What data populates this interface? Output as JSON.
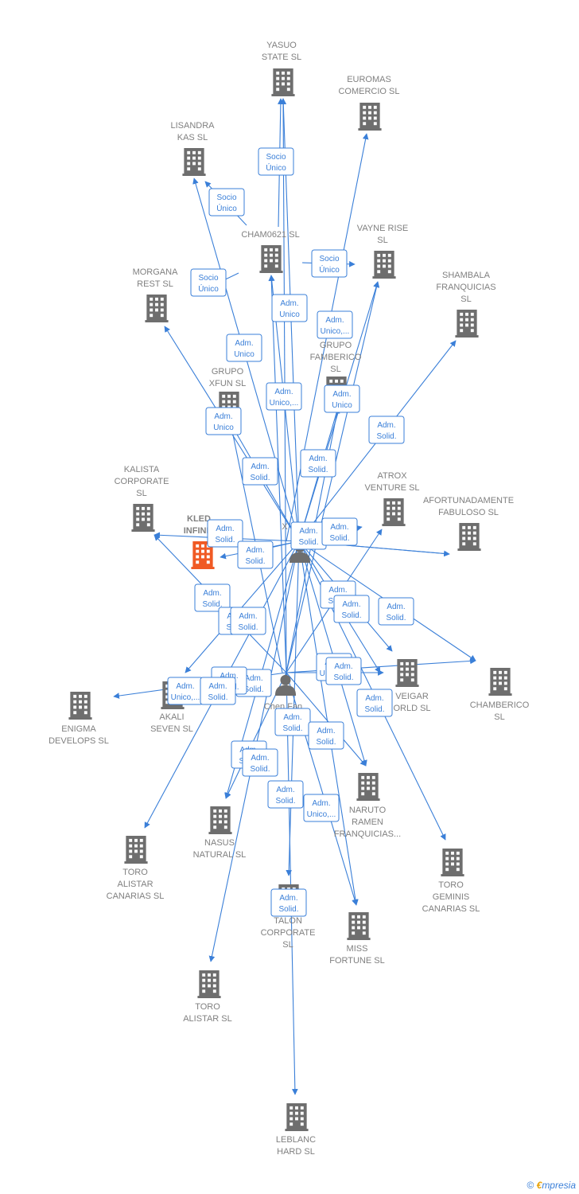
{
  "watermark": {
    "copyright": "©",
    "brand_initial": "€",
    "brand_rest": "mpresia"
  },
  "colors": {
    "edge": "#3a7fd8",
    "building": "#6e6e6e",
    "focus": "#f05a24",
    "person": "#6e6e6e",
    "label": "#808080"
  },
  "nodes": [
    {
      "id": "yasuo",
      "type": "company",
      "lines": [
        "YASUO",
        "STATE  SL"
      ]
    },
    {
      "id": "euromas",
      "type": "company",
      "lines": [
        "EUROMAS",
        "COMERCIO  SL"
      ]
    },
    {
      "id": "lisandra",
      "type": "company",
      "lines": [
        "LISANDRA",
        "KAS  SL"
      ]
    },
    {
      "id": "cham0621",
      "type": "company",
      "lines": [
        "CHAM0621  SL"
      ]
    },
    {
      "id": "vayne",
      "type": "company",
      "lines": [
        "VAYNE RISE",
        "SL"
      ]
    },
    {
      "id": "morgana",
      "type": "company",
      "lines": [
        "MORGANA",
        "REST  SL"
      ]
    },
    {
      "id": "shambala",
      "type": "company",
      "lines": [
        "SHAMBALA",
        "FRANQUICIAS",
        "SL"
      ]
    },
    {
      "id": "famberico",
      "type": "company",
      "lines": [
        "GRUPO",
        "FAMBERICO",
        "SL"
      ]
    },
    {
      "id": "xfun",
      "type": "company",
      "lines": [
        "GRUPO",
        "XFUN  SL"
      ]
    },
    {
      "id": "kalista",
      "type": "company",
      "lines": [
        "KALISTA",
        "CORPORATE",
        "SL"
      ]
    },
    {
      "id": "atrox",
      "type": "company",
      "lines": [
        "ATROX",
        "VENTURE  SL"
      ]
    },
    {
      "id": "afortunadamente",
      "type": "company",
      "lines": [
        "AFORTUNADAMENTE",
        "FABULOSO  SL"
      ]
    },
    {
      "id": "kled",
      "type": "focus",
      "lines": [
        "KLED",
        "INFINIT"
      ]
    },
    {
      "id": "x_person",
      "type": "person",
      "lines": [
        "X"
      ]
    },
    {
      "id": "chamberico",
      "type": "company",
      "lines": [
        "CHAMBERICO",
        "SL"
      ]
    },
    {
      "id": "veigar",
      "type": "company",
      "lines": [
        "VEIGAR",
        "ORLD  SL"
      ]
    },
    {
      "id": "chen",
      "type": "person",
      "lines": [
        "Chen Fan"
      ]
    },
    {
      "id": "enigma",
      "type": "company",
      "lines": [
        "ENIGMA",
        "DEVELOPS  SL"
      ]
    },
    {
      "id": "akali",
      "type": "company",
      "lines": [
        "AKALI",
        "SEVEN  SL"
      ]
    },
    {
      "id": "naruto",
      "type": "company",
      "lines": [
        "NARUTO",
        "RAMEN",
        "FRANQUICIAS..."
      ]
    },
    {
      "id": "nasus",
      "type": "company",
      "lines": [
        "NASUS",
        "NATURAL  SL"
      ]
    },
    {
      "id": "toro_canarias",
      "type": "company",
      "lines": [
        "TORO",
        "ALISTAR",
        "CANARIAS  SL"
      ]
    },
    {
      "id": "toro_geminis",
      "type": "company",
      "lines": [
        "TORO",
        "GEMINIS",
        "CANARIAS  SL"
      ]
    },
    {
      "id": "talon",
      "type": "company",
      "lines": [
        "TALON",
        "CORPORATE",
        "SL"
      ]
    },
    {
      "id": "miss",
      "type": "company",
      "lines": [
        "MISS",
        "FORTUNE  SL"
      ]
    },
    {
      "id": "toro_alistar",
      "type": "company",
      "lines": [
        "TORO",
        "ALISTAR  SL"
      ]
    },
    {
      "id": "leblanc",
      "type": "company",
      "lines": [
        "LEBLANC",
        "HARD  SL"
      ]
    }
  ],
  "relations": [
    {
      "id": "r1",
      "lines": [
        "Socio",
        "Único"
      ]
    },
    {
      "id": "r2",
      "lines": [
        "Socio",
        "Único"
      ]
    },
    {
      "id": "r3",
      "lines": [
        "Socio",
        "Único"
      ]
    },
    {
      "id": "r4",
      "lines": [
        "Socio",
        "Único"
      ]
    },
    {
      "id": "r5",
      "lines": [
        "Adm.",
        "Unico"
      ]
    },
    {
      "id": "r6",
      "lines": [
        "Adm.",
        "Unico,..."
      ]
    },
    {
      "id": "r7",
      "lines": [
        "Adm.",
        "Unico"
      ]
    },
    {
      "id": "r8",
      "lines": [
        "Adm.",
        "Unico,..."
      ]
    },
    {
      "id": "r9",
      "lines": [
        "Adm.",
        "Unico"
      ]
    },
    {
      "id": "r10",
      "lines": [
        "Adm.",
        "Unico"
      ]
    },
    {
      "id": "r11",
      "lines": [
        "Adm.",
        "Solid."
      ]
    },
    {
      "id": "r12",
      "lines": [
        "Adm.",
        "Solid."
      ]
    },
    {
      "id": "r13",
      "lines": [
        "Adm.",
        "Solid."
      ]
    },
    {
      "id": "r14",
      "lines": [
        "Adm.",
        "Solid."
      ]
    },
    {
      "id": "r15",
      "lines": [
        "Adm.",
        "Solid."
      ]
    },
    {
      "id": "r16",
      "lines": [
        "Adm.",
        "Solid."
      ]
    },
    {
      "id": "r17",
      "lines": [
        "Adm.",
        "Solid."
      ]
    },
    {
      "id": "r18",
      "lines": [
        "Adm.",
        "Solid."
      ]
    },
    {
      "id": "r19",
      "lines": [
        "Adm.",
        "Solid."
      ]
    },
    {
      "id": "r20",
      "lines": [
        "Adm.",
        "Solid."
      ]
    },
    {
      "id": "r21",
      "lines": [
        "Adm.",
        "Solid."
      ]
    },
    {
      "id": "r22",
      "lines": [
        "Adm.",
        "Unico,..."
      ]
    },
    {
      "id": "r23",
      "lines": [
        "Adm.",
        "Solid."
      ]
    },
    {
      "id": "r24",
      "lines": [
        "Adm.",
        "Solid."
      ]
    },
    {
      "id": "r25",
      "lines": [
        "Adm.",
        "Solid."
      ]
    },
    {
      "id": "r26",
      "lines": [
        "Adm.",
        "Unico,..."
      ]
    },
    {
      "id": "r27",
      "lines": [
        "Adm.",
        "Solid."
      ]
    },
    {
      "id": "r28",
      "lines": [
        "Adm.",
        "Solid."
      ]
    },
    {
      "id": "r29",
      "lines": [
        "Adm.",
        "Solid."
      ]
    },
    {
      "id": "r30",
      "lines": [
        "Adm.",
        "Solid."
      ]
    },
    {
      "id": "r31",
      "lines": [
        "Adm.",
        "Solid."
      ]
    },
    {
      "id": "r32",
      "lines": [
        "Adm.",
        "Solid."
      ]
    },
    {
      "id": "r33",
      "lines": [
        "Adm.",
        "Solid."
      ]
    },
    {
      "id": "r34",
      "lines": [
        "Adm.",
        "Unico,..."
      ]
    },
    {
      "id": "r35",
      "lines": [
        "Adm.",
        "Solid."
      ]
    },
    {
      "id": "r36",
      "lines": [
        "Adm.",
        "Solid."
      ]
    },
    {
      "id": "r37",
      "lines": [
        "Adm.",
        "Solid."
      ]
    }
  ]
}
